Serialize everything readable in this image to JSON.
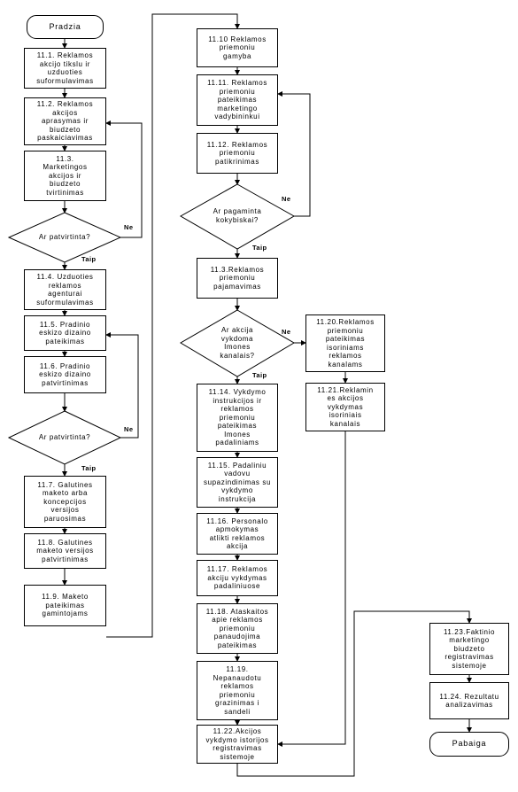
{
  "nodes": {
    "start": "Pradzia",
    "n11_1": "11.1. Reklamos\nakcijo tikslu ir\nuzduoties\nsuformulavimas",
    "n11_2": "11.2. Reklamos\nakcijos\naprasymas ir\nbiudzeto\npaskaiciavimas",
    "n11_3": "11.3.\nMarketingos\nakcijos ir\nbiudzeto\ntvirtinimas",
    "d1": "Ar patvirtinta?",
    "n11_4": "11.4. Uzduoties\nreklamos\nagenturai\nsuformulavimas",
    "n11_5": "11.5. Pradinio\neskizo dizaino\npateikimas",
    "n11_6": "11.6. Pradinio\neskizo dizaino\npatvirtinimas",
    "d2": "Ar patvirtinta?",
    "n11_7": "11.7. Galutines\nmaketo arba\nkoncepcijos\nversijos\nparuosimas",
    "n11_8": "11.8. Galutines\nmaketo versijos\npatvirtinimas",
    "n11_9": "11.9. Maketo\npateikimas\ngamintojams",
    "n11_10": "11.10 Reklamos\npriemoniu\ngamyba",
    "n11_11": "11.11. Reklamos\npriemoniu\npateikimas\nmarketingo\nvadybininkui",
    "n11_12": "11.12. Reklamos\npriemoniu\npatikrinimas",
    "d3": "Ar pagaminta\nkokybiskai?",
    "n11_3b": "11.3.Reklamos\npriemoniu\npajamavimas",
    "d4": "Ar akcija\nvykdoma\nImones\nkanalais?",
    "n11_14": "11.14. Vykdymo\ninstrukcijos ir\nreklamos\npriemoniu\npateikimas\nImones\npadaliniams",
    "n11_15": "11.15. Padaliniu\nvadovu\nsupazindinimas su\nvykdymo\ninstrukcija",
    "n11_16": "11.16. Personalo\napmokymas\natlikti reklamos\nakcija",
    "n11_17": "11.17. Reklamos\nakciju vykdymas\npadaliniuose",
    "n11_18": "11.18. Ataskaitos\napie reklamos\npriemoniu\npanaudojima\npateikimas",
    "n11_19": "11.19.\nNepanaudotu\nreklamos\npriemoniu\ngrazinimas i\nsandeli",
    "n11_22": "11.22.Akcijos\nvykdymo istorijos\nregistravimas\nsistemoje",
    "n11_20": "11.20.Reklamos\npriemoniu\npateikimas\nisoriniams\nreklamos\nkanalams",
    "n11_21": "11.21.Reklamin\nes akcijos\nvykdymas\nisoriniais\nkanalais",
    "n11_23": "11.23.Faktinio\nmarketingo\nbiudzeto\nregistravimas\nsistemoje",
    "n11_24": "11.24. Rezultatu\nanalizavimas",
    "end": "Pabaiga"
  },
  "edge_labels": {
    "ne1": "Ne",
    "taip1": "Taip",
    "ne2": "Ne",
    "taip2": "Taip",
    "ne3": "Ne",
    "taip3": "Taip",
    "ne4": "Ne",
    "taip4": "Taip"
  }
}
